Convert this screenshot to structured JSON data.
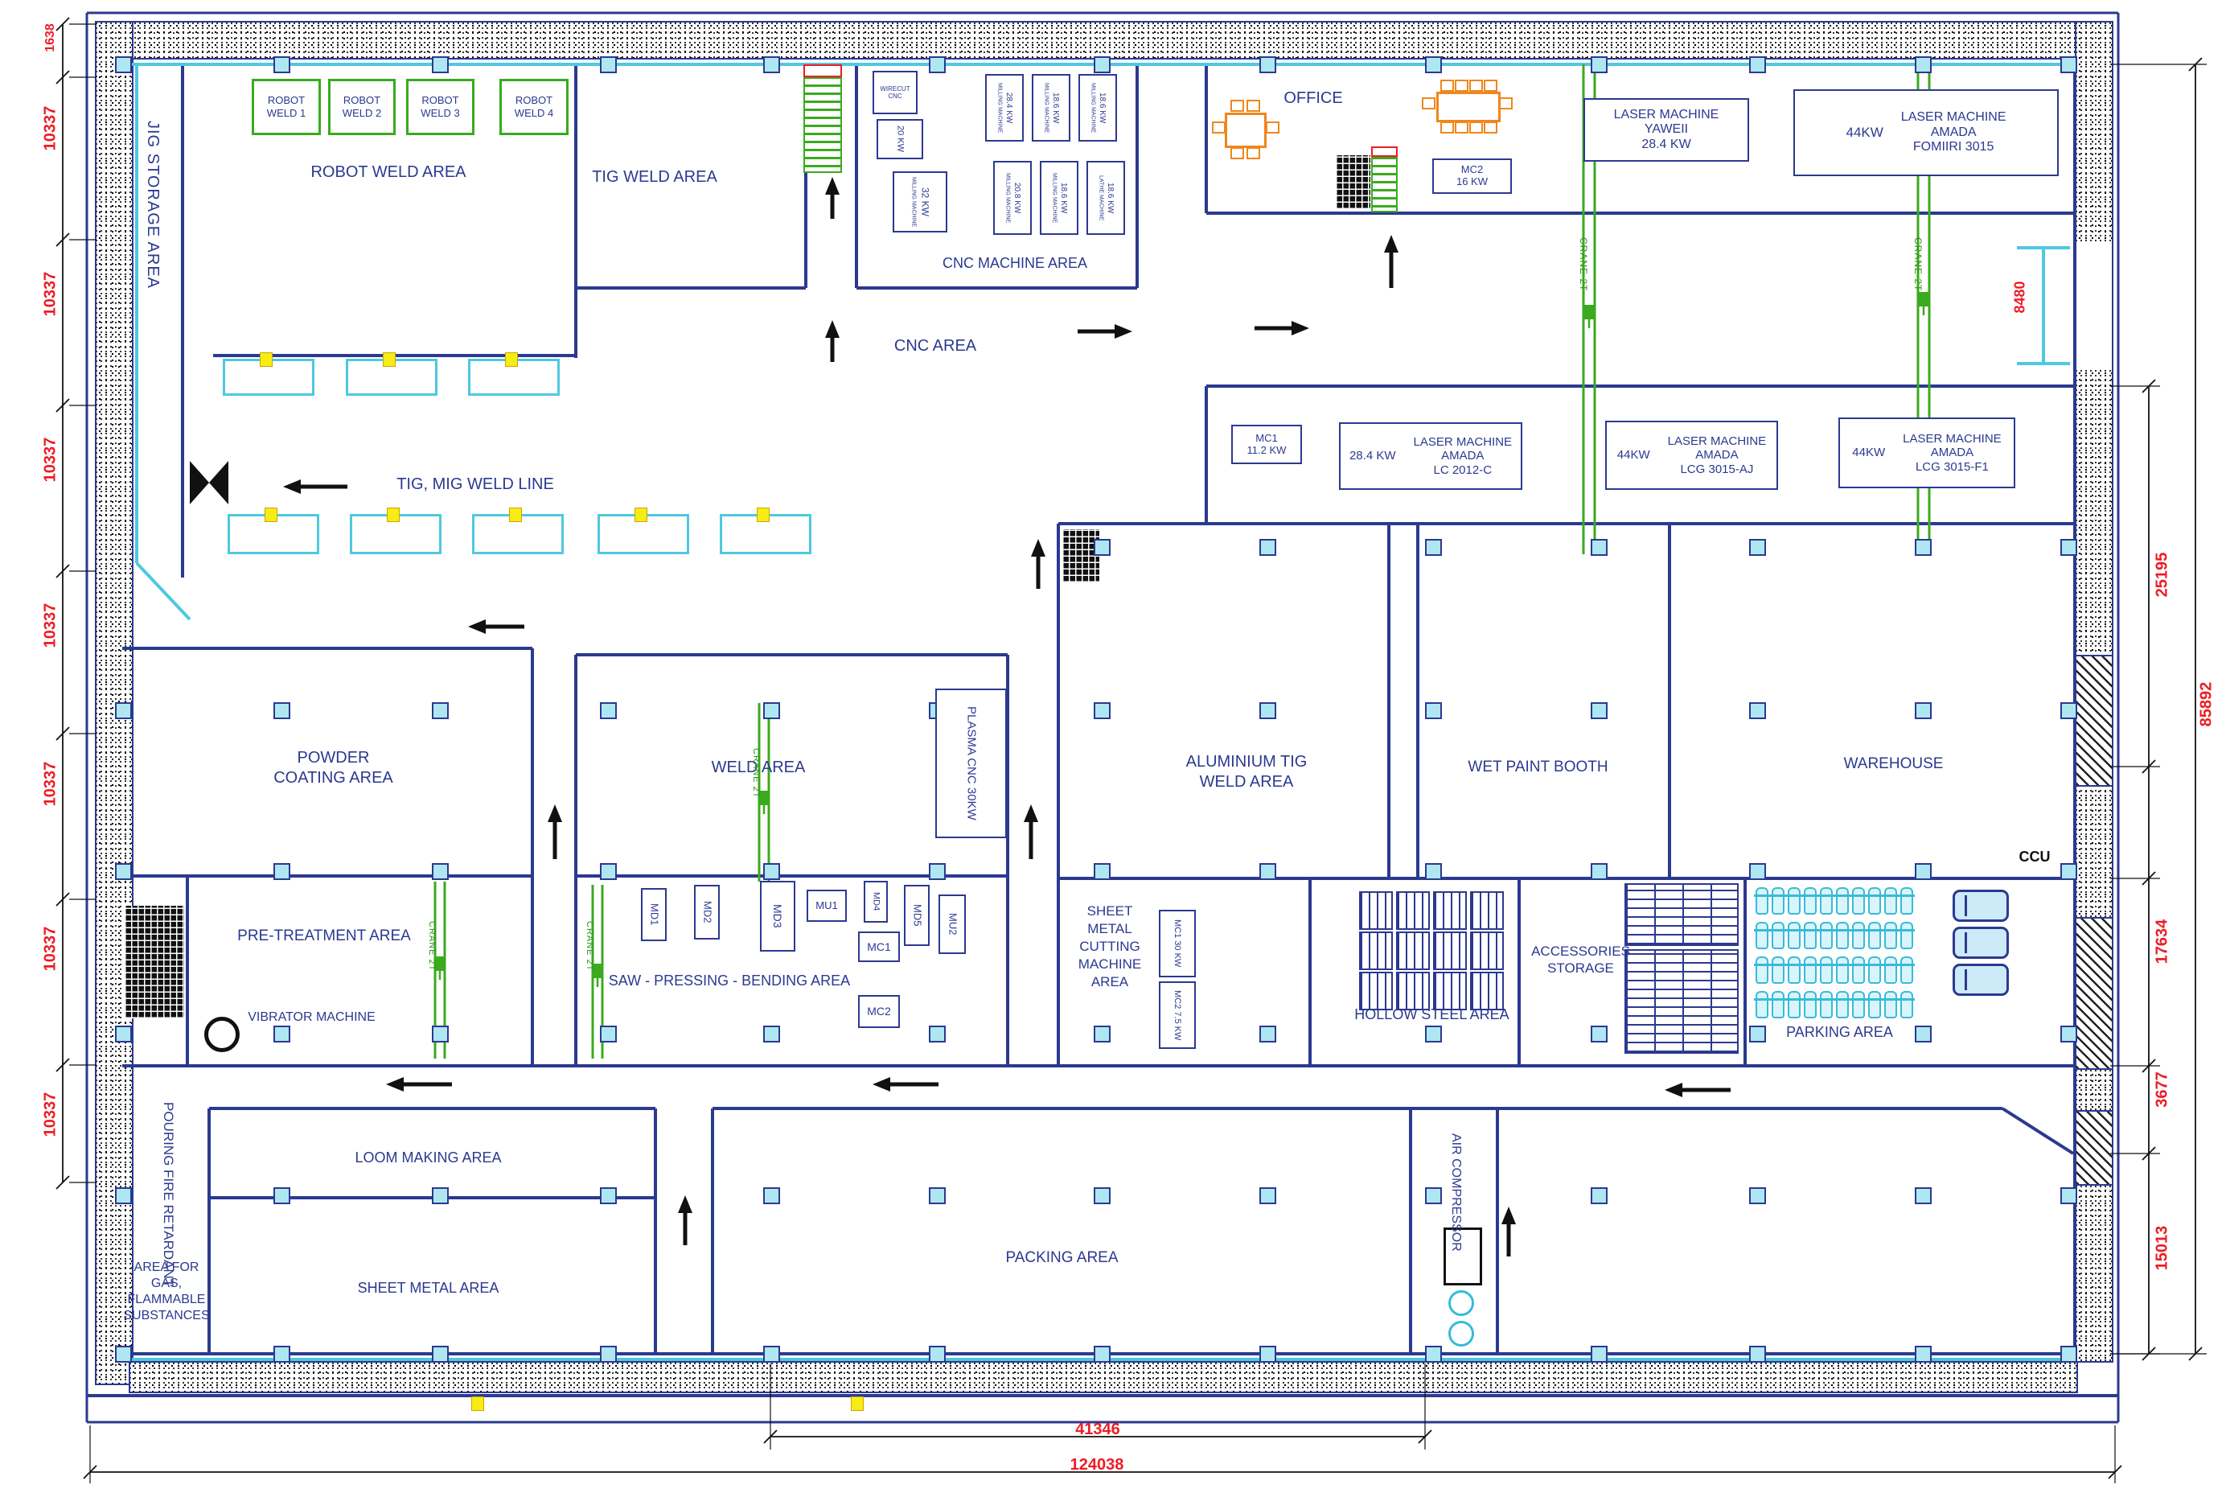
{
  "areas": {
    "jig_storage": "JIG STORAGE AREA",
    "robot_weld_area": "ROBOT WELD AREA",
    "tig_weld_area": "TIG WELD AREA",
    "cnc_machine_area": "CNC MACHINE AREA",
    "cnc_area": "CNC AREA",
    "office": "OFFICE",
    "tig_mig_weld_line": "TIG, MIG WELD LINE",
    "powder_coating": "POWDER COATING AREA",
    "weld_area": "WELD AREA",
    "aluminium_tig_weld": "ALUMINIUM TIG WELD AREA",
    "wet_paint_booth": "WET PAINT BOOTH",
    "warehouse": "WAREHOUSE",
    "pre_treatment": "PRE-TREATMENT AREA",
    "vibrator_machine": "VIBRATOR MACHINE",
    "saw_pressing_bending": "SAW - PRESSING - BENDING AREA",
    "sheet_metal_cutting": "SHEET METAL CUTTING MACHINE AREA",
    "hollow_steel": "HOLLOW STEEL AREA",
    "accessories_storage": "ACCESSORIES STORAGE",
    "parking": "PARKING AREA",
    "ccu": "CCU",
    "pouring_fire_retardant": "POURING FIRE RETARDANT",
    "gas_area": "AREA FOR GAS, FLAMMABLE SUBSTANCES",
    "loom_making": "LOOM MAKING AREA",
    "sheet_metal": "SHEET METAL AREA",
    "packing": "PACKING AREA",
    "air_compressor": "AIR COMPRESSOR"
  },
  "robot_cells": [
    "ROBOT WELD 1",
    "ROBOT WELD 2",
    "ROBOT WELD 3",
    "ROBOT WELD 4"
  ],
  "crane": "CRANE 2T",
  "plasma": "PLASMA CNC 30KW",
  "lasers": {
    "yaweii": {
      "l1": "LASER MACHINE",
      "l2": "YAWEII",
      "l3": "28.4 KW"
    },
    "fomiiri": {
      "kw": "44KW",
      "l1": "LASER MACHINE",
      "l2": "AMADA",
      "l3": "FOMIIRI 3015"
    },
    "lc2012": {
      "kw": "28.4 KW",
      "l1": "LASER MACHINE",
      "l2": "AMADA",
      "l3": "LC 2012-C"
    },
    "lcg_aj": {
      "kw": "44KW",
      "l1": "LASER MACHINE",
      "l2": "AMADA",
      "l3": "LCG 3015-AJ"
    },
    "lcg_f1": {
      "kw": "44KW",
      "l1": "LASER MACHINE",
      "l2": "AMADA",
      "l3": "LCG 3015-F1"
    }
  },
  "mc": {
    "office_mc2_name": "MC2",
    "office_mc2_kw": "16 KW",
    "laser_mc1_name": "MC1",
    "laser_mc1_kw": "11.2 KW",
    "cut_mc1": "MC1 30 KW",
    "cut_mc2": "MC2 7.5 KW"
  },
  "cnc_machines": [
    {
      "name": "WIRECUT CNC",
      "kw": "20 KW"
    },
    {
      "name": "MILLING MACHINE",
      "kw": "28.4 KW"
    },
    {
      "name": "MILLING MACHINE",
      "kw": "18.6 KW"
    },
    {
      "name": "MILLING MACHINE",
      "kw": "18.6 KW"
    },
    {
      "name": "MILLING MACHINE",
      "kw": "32 KW"
    },
    {
      "name": "MILLING MACHINE",
      "kw": "20.8 KW"
    },
    {
      "name": "MILLING MACHINE",
      "kw": "18.6 KW"
    },
    {
      "name": "LATHE MACHINE",
      "kw": "18.6 KW"
    }
  ],
  "saw_machines": [
    "MD1",
    "MD2",
    "MD3",
    "MU1",
    "MD4",
    "MD5",
    "MU2"
  ],
  "saw_mc": [
    "MC1",
    "MC2"
  ],
  "dimensions": {
    "left_top": "1638",
    "left": [
      "10337",
      "10337",
      "10337",
      "10337",
      "10337",
      "10337",
      "10337"
    ],
    "right": [
      "25195",
      "85892",
      "17634",
      "3677",
      "15013"
    ],
    "bottom_inner": "41346",
    "bottom_outer": "124038",
    "door": "8480"
  }
}
